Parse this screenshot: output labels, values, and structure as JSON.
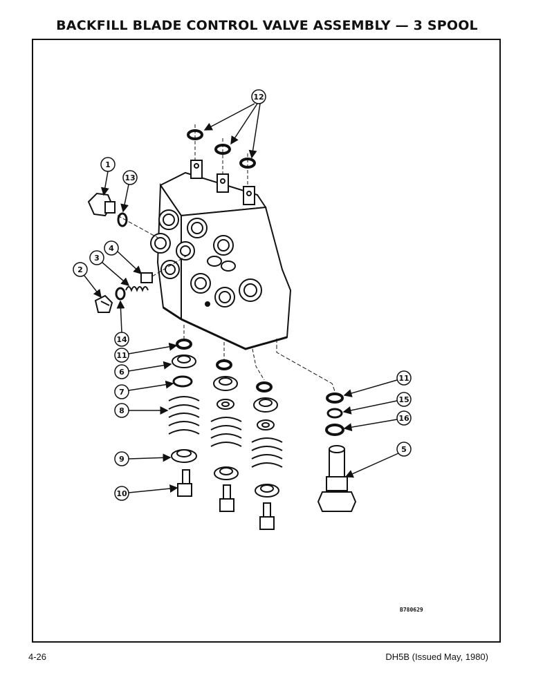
{
  "page": {
    "title": "BACKFILL BLADE CONTROL VALVE ASSEMBLY — 3 SPOOL",
    "figure_code": "B780629",
    "page_number": "4-26",
    "publication": "DH5B (Issued May, 1980)"
  },
  "callouts": [
    {
      "id": "c1",
      "label": "1"
    },
    {
      "id": "c2",
      "label": "2"
    },
    {
      "id": "c3",
      "label": "3"
    },
    {
      "id": "c4",
      "label": "4"
    },
    {
      "id": "c5",
      "label": "5"
    },
    {
      "id": "c6",
      "label": "6"
    },
    {
      "id": "c7",
      "label": "7"
    },
    {
      "id": "c8",
      "label": "8"
    },
    {
      "id": "c9",
      "label": "9"
    },
    {
      "id": "c10",
      "label": "10"
    },
    {
      "id": "c11a",
      "label": "11"
    },
    {
      "id": "c11b",
      "label": "11"
    },
    {
      "id": "c12",
      "label": "12"
    },
    {
      "id": "c13",
      "label": "13"
    },
    {
      "id": "c14",
      "label": "14"
    },
    {
      "id": "c15",
      "label": "15"
    },
    {
      "id": "c16",
      "label": "16"
    }
  ]
}
